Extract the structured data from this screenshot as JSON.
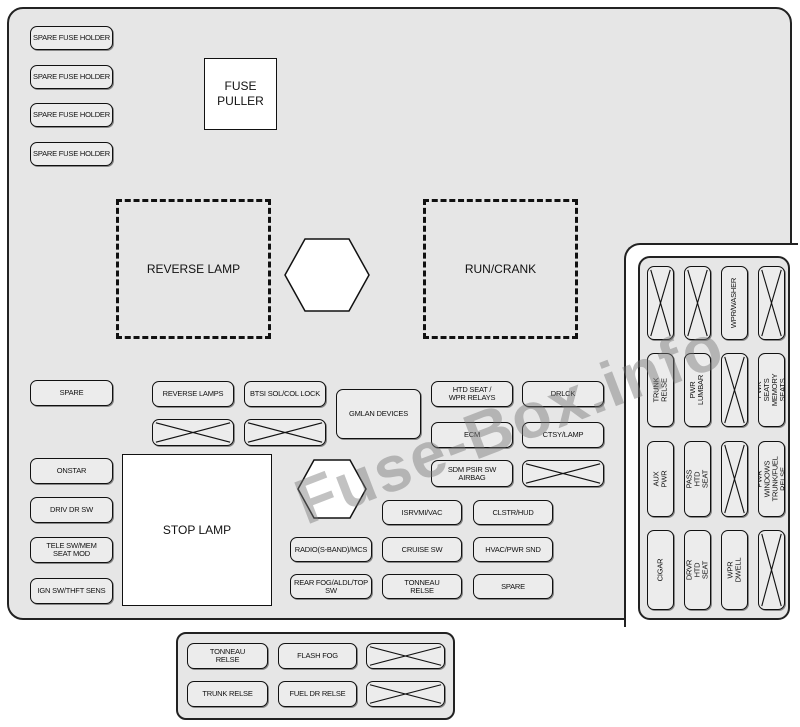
{
  "main_panel": {
    "fuse_puller": "FUSE\nPULLER",
    "spare_holders": [
      "SPARE FUSE HOLDER",
      "SPARE FUSE HOLDER",
      "SPARE FUSE HOLDER",
      "SPARE FUSE HOLDER"
    ],
    "reverse_lamp": "REVERSE LAMP",
    "run_crank": "RUN/CRANK",
    "stop_lamp": "STOP LAMP",
    "left_column": [
      "SPARE",
      "ONSTAR",
      "DRIV DR SW",
      "TELE SW/MEM\nSEAT MOD",
      "IGN SW/THFT SENS"
    ],
    "row1": [
      "REVERSE LAMPS",
      "BTSI SOL/COL LOCK",
      "GMLAN DEVICES",
      "HTD SEAT /\nWPR RELAYS",
      "DRLCK"
    ],
    "row2": [
      "ECM",
      "CTSY/LAMP"
    ],
    "row3": [
      "SDM PSIR SW\nAIRBAG"
    ],
    "row4": [
      "ISRVMI/VAC",
      "CLSTR/HUD"
    ],
    "row5": [
      "RADIO(S-BAND)/MCS",
      "CRUISE SW",
      "HVAC/PWR SND"
    ],
    "row6": [
      "REAR FOG/ALDL/TOP SW",
      "TONNEAU\nRELSE",
      "SPARE"
    ]
  },
  "right_panel": {
    "items": [
      "WPR/WASHER",
      "TRUNK RELSE",
      "PWR LUMBAR",
      "PWR SEATS\nMEMORY SEATS",
      "AUX PWR",
      "PASS HTD SEAT",
      "PWR WINDOWS\nTRUNK/FUEL RELSE",
      "CIGAR",
      "DRVR HTD SEAT",
      "WPR DWELL"
    ]
  },
  "bottom_panel": {
    "items": [
      "TONNEAU\nRELSE",
      "FLASH FOG",
      "TRUNK RELSE",
      "FUEL DR RELSE"
    ]
  },
  "watermark": "Fuse-Box.info"
}
